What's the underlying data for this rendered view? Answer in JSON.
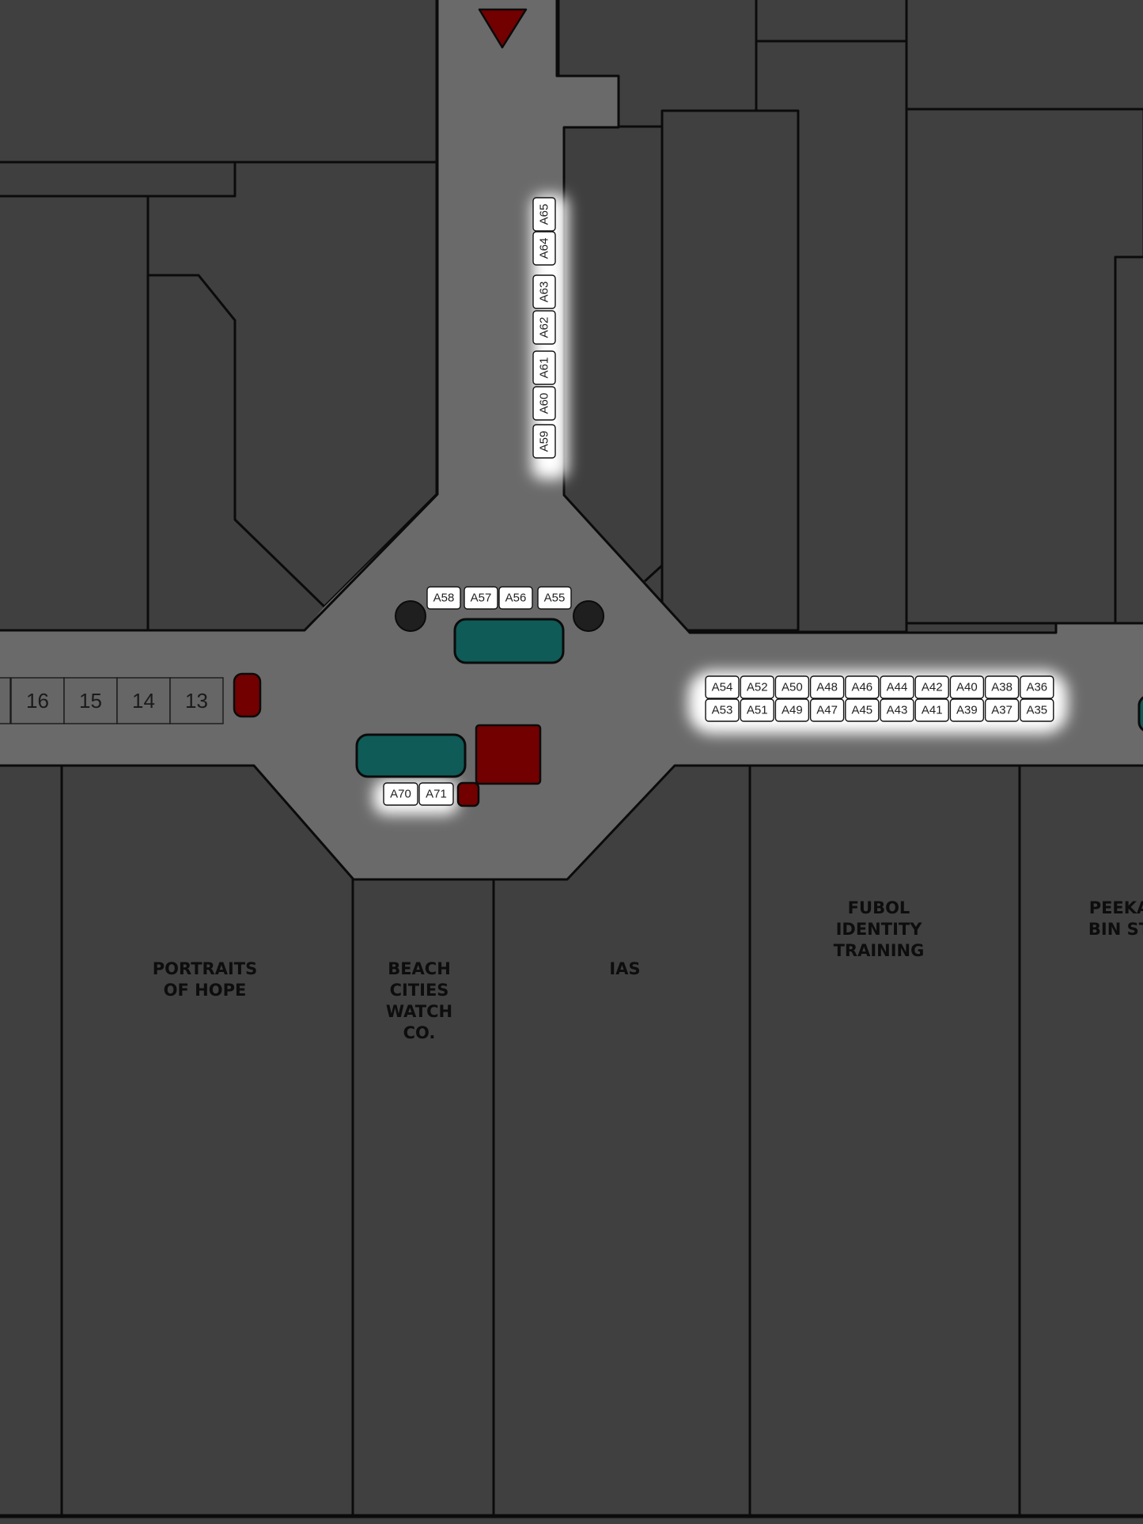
{
  "colors": {
    "unit_fill": "#404040",
    "corridor_fill": "#6a6a6a",
    "outline": "#0b0b0b",
    "booth_fill": "#ffffff",
    "teal_fixture": "#0f5b57",
    "red_fixture": "#720000",
    "glow": "#ffffff"
  },
  "stores": [
    {
      "id": "portraits",
      "lines": [
        "PORTRAITS",
        "OF HOPE"
      ]
    },
    {
      "id": "beach",
      "lines": [
        "BEACH",
        "CITIES",
        "WATCH",
        "CO."
      ]
    },
    {
      "id": "ias",
      "lines": [
        "IAS"
      ]
    },
    {
      "id": "fubol",
      "lines": [
        "FUBOL",
        "IDENTITY",
        "TRAINING"
      ]
    },
    {
      "id": "peeka",
      "lines": [
        "PEEKA",
        "BIN ST"
      ]
    }
  ],
  "booths": {
    "vertical": [
      "A65",
      "A64",
      "A63",
      "A62",
      "A61",
      "A60",
      "A59"
    ],
    "top": [
      "A58",
      "A57",
      "A56",
      "A55"
    ],
    "row_upper": [
      "A54",
      "A52",
      "A50",
      "A48",
      "A46",
      "A44",
      "A42",
      "A40",
      "A38",
      "A36"
    ],
    "row_lower": [
      "A53",
      "A51",
      "A49",
      "A47",
      "A45",
      "A43",
      "A41",
      "A39",
      "A37",
      "A35"
    ],
    "bottom": [
      "A70",
      "A71"
    ]
  },
  "old_kiosks": [
    "16",
    "15",
    "14",
    "13"
  ],
  "icons": {
    "you_are_here": "triangle-down-icon",
    "pillar": "pillar-icon"
  }
}
